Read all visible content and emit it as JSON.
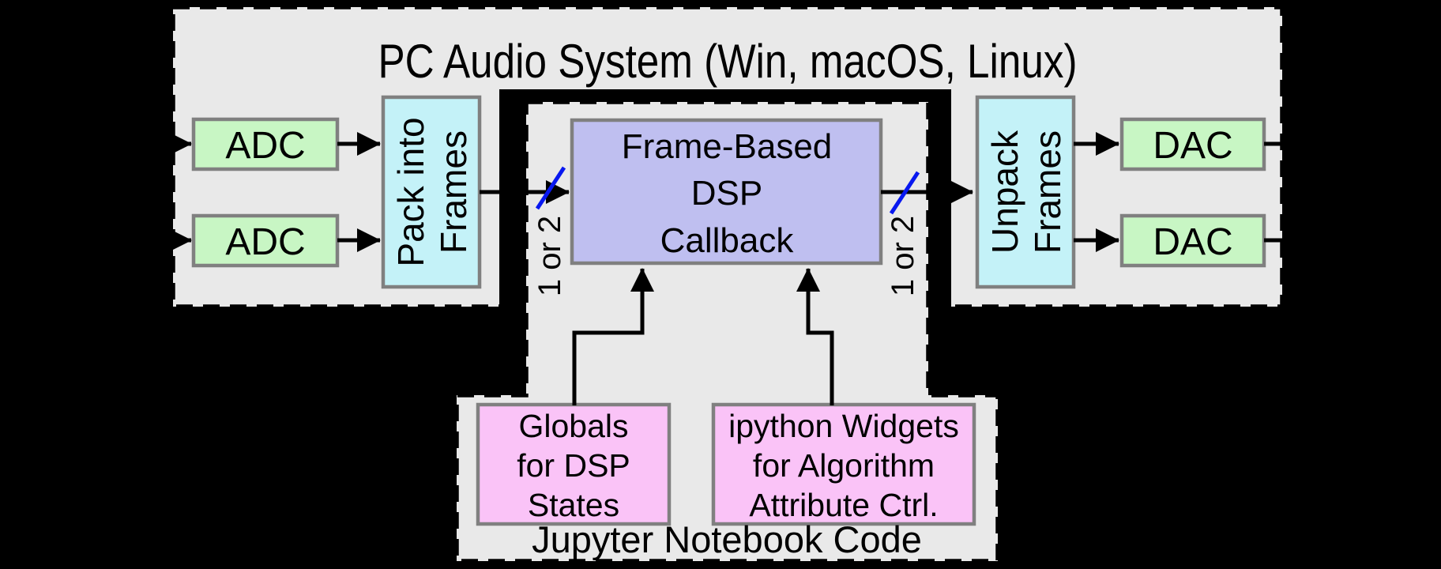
{
  "colors": {
    "background": "#000000",
    "panel_fill": "#e9e9e9",
    "panel_border": "#000000",
    "converter_fill": "#c8f6c4",
    "frame_io_fill": "#c4f2f8",
    "dsp_fill": "#bfbff0",
    "notebook_box_fill": "#fac3f7",
    "box_border": "#808080",
    "bus_label_color": "#0818f0",
    "text_color": "#000000"
  },
  "pc_audio_system": {
    "title": "PC Audio System (Win, macOS, Linux)",
    "adc_top_label": "ADC",
    "adc_bottom_label": "ADC",
    "dac_top_label": "DAC",
    "dac_bottom_label": "DAC",
    "pack_label_line1": "Pack into",
    "pack_label_line2": "Frames",
    "unpack_label_line1": "Unpack",
    "unpack_label_line2": "Frames"
  },
  "dsp_callback": {
    "line1": "Frame-Based",
    "line2": "DSP",
    "line3": "Callback"
  },
  "bus_labels": {
    "input_channels": "1 or 2",
    "output_channels": "1 or 2"
  },
  "jupyter": {
    "caption": "Jupyter Notebook Code",
    "globals_box": {
      "line1": "Globals",
      "line2": "for DSP",
      "line3": "States"
    },
    "widgets_box": {
      "line1": "ipython Widgets",
      "line2": "for Algorithm",
      "line3": "Attribute Ctrl."
    }
  }
}
